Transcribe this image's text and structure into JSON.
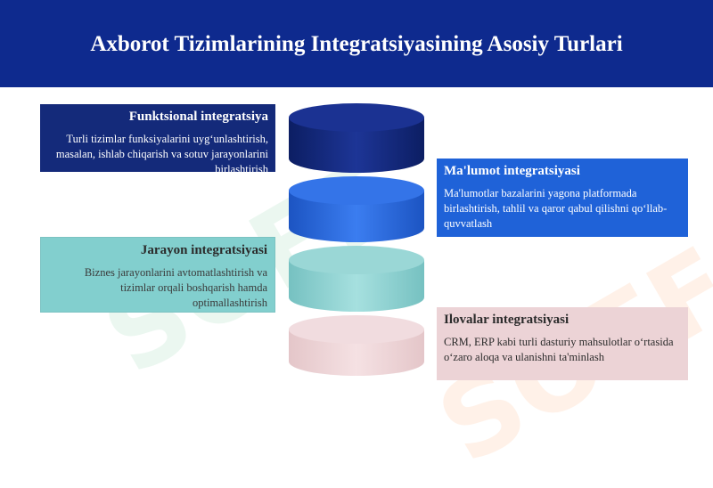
{
  "page": {
    "title": "Axborot Tizimlarining Integratsiyasining Asosiy Turlari"
  },
  "watermark": {
    "text": "SOFF"
  },
  "cards": [
    {
      "title": "Funktsional integratsiya",
      "description": "Turli tizimlar funksiyalarini uyg‘unlashtirish, masalan, ishlab chiqarish va sotuv jarayonlarini birlashtirish",
      "color": "#142a7a"
    },
    {
      "title": "Ma'lumot integratsiyasi",
      "description": "Ma'lumotlar bazalarini yagona platformada birlashtirish, tahlil va qaror qabul qilishni qo‘llab-quvvatlash",
      "color": "#1f62d8"
    },
    {
      "title": "Jarayon integratsiyasi",
      "description": "Biznes jarayonlarini avtomatlashtirish va tizimlar orqali boshqarish hamda optimallashtirish",
      "color": "#82cfce"
    },
    {
      "title": "Ilovalar integratsiyasi",
      "description": "CRM, ERP kabi turli dasturiy mahsulotlar o‘rtasida o‘zaro aloqa va ulanishni ta'minlash",
      "color": "#ecd3d6"
    }
  ],
  "stack_colors": {
    "dark_navy": "#142a7a",
    "blue": "#1f62d8",
    "teal": "#82cfce",
    "pink": "#ecd3d6"
  }
}
